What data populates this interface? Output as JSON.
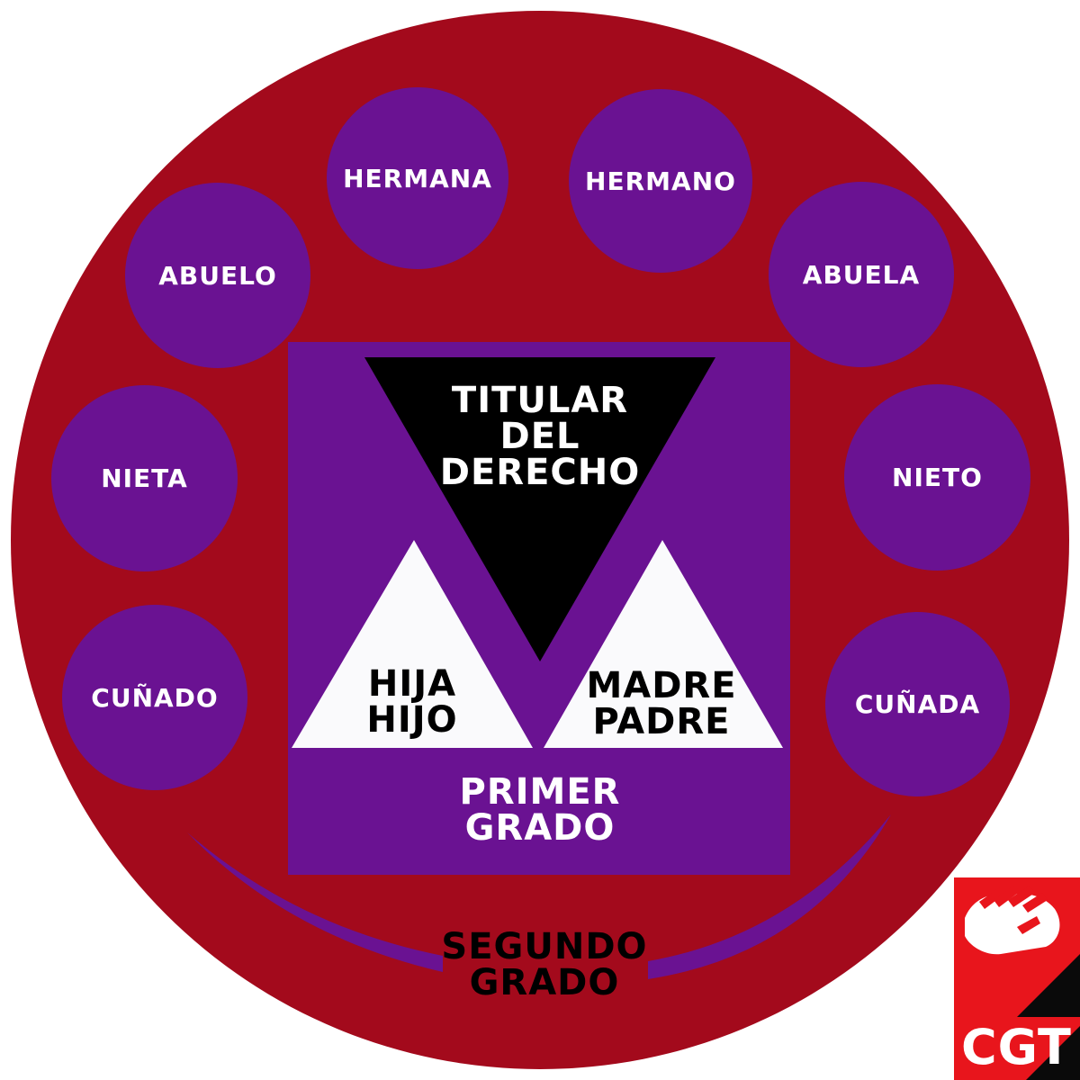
{
  "colors": {
    "outer_circle": "#a30a1c",
    "bubble": "#6a1292",
    "center_box": "#6a1292",
    "titular_triangle": "#000000",
    "first_degree_triangles": "#fafafc",
    "logo_red": "#e8151c",
    "logo_black": "#0a0a0a"
  },
  "second_degree": {
    "relatives": [
      "HERMANA",
      "HERMANO",
      "ABUELO",
      "ABUELA",
      "NIETA",
      "NIETO",
      "CUÑADO",
      "CUÑADA"
    ],
    "label": [
      "SEGUNDO",
      "GRADO"
    ]
  },
  "first_degree": {
    "titular": [
      "TITULAR",
      "DEL",
      "DERECHO"
    ],
    "children": [
      "HIJA",
      "HIJO"
    ],
    "parents": [
      "MADRE",
      "PADRE"
    ],
    "label": [
      "PRIMER",
      "GRADO"
    ]
  },
  "logo": {
    "text": "CGT",
    "icon": "raised-fist-icon"
  }
}
